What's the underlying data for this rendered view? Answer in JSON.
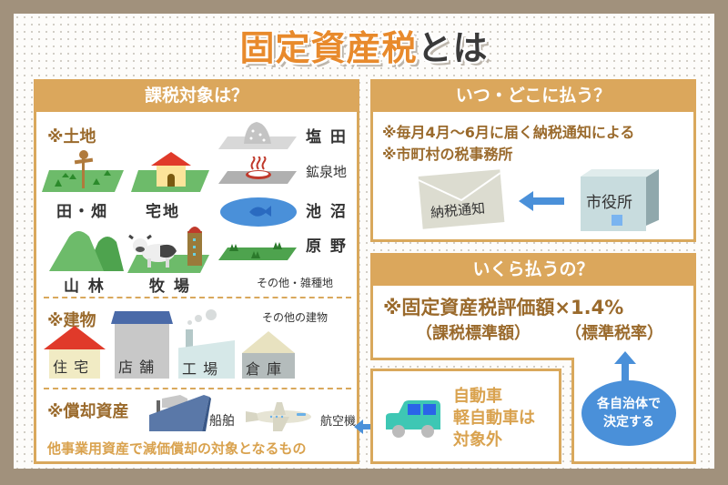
{
  "title": {
    "main": "固定資産税",
    "suffix": "とは"
  },
  "taxable": {
    "header": "課税対象は？",
    "land": {
      "heading": "※土地",
      "items": [
        "田・畑",
        "宅地",
        "塩 田",
        "鉱泉地",
        "池 沼",
        "山 林",
        "牧 場",
        "原 野",
        "その他・雑種地"
      ]
    },
    "buildings": {
      "heading": "※建物",
      "note": "その他の建物",
      "items": [
        "住 宅",
        "店 舗",
        "工 場",
        "倉 庫"
      ]
    },
    "depreciable": {
      "heading": "※償却資産",
      "items": [
        "船舶",
        "航空機"
      ],
      "note": "他事業用資産で減価償却の対象となるもの"
    }
  },
  "when_where": {
    "header": "いつ・どこに払う？",
    "lines": [
      "※毎月4月〜6月に届く納税通知による",
      "※市町村の税事務所"
    ],
    "envelope_label": "納税通知",
    "building_label": "市役所"
  },
  "how_much": {
    "header": "いくら払うの？",
    "formula": "※固定資産税評価額×1.4%",
    "sub_left": "（課税標準額）",
    "sub_right": "（標準税率）",
    "bubble": [
      "各自治体で",
      "決定する"
    ]
  },
  "exclusion": {
    "lines": [
      "自動車",
      "軽自動車は",
      "対象外"
    ]
  },
  "colors": {
    "frame": "#a1917c",
    "header": "#dba75c",
    "border": "#d9a85c",
    "title_orange": "#e88a2c",
    "brown_text": "#9a6a2c",
    "arrow_blue": "#4a90d9",
    "car": "#3ec7b4"
  }
}
